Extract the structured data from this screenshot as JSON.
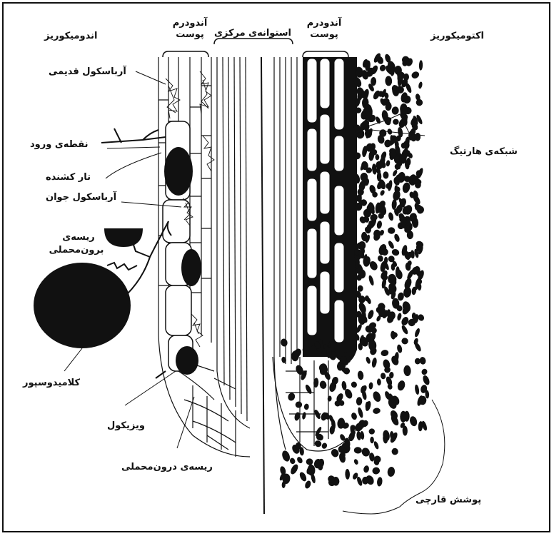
{
  "headers": {
    "left": "اندومیکوریز",
    "right": "اکتومیکوریز",
    "endodermis_left": "آندودرم",
    "cortex_left": "پوست",
    "stele": "استوانه‌ی مرکزی",
    "endodermis_right": "آندودرم",
    "cortex_right": "پوست"
  },
  "labels": {
    "old_arbuscule": "آرباسکول قدیمی",
    "entry_point": "نقطه‌ی ورود",
    "root_hair": "تار کشنده",
    "young_arbuscule": "آرباسکول جوان",
    "extramatrical_hypha_1": "ریسه‌ی",
    "extramatrical_hypha_2": "برون‌محملی",
    "chlamydospore": "کلامیدوسپور",
    "vesicle": "ویزیکول",
    "intramatrical_hypha": "ریسه‌ی درون‌محملی",
    "hartig_net": "شبکه‌ی هارتیگ",
    "fungal_mantle": "پوشش قارچی"
  },
  "colors": {
    "ink": "#111111",
    "background": "#ffffff"
  }
}
